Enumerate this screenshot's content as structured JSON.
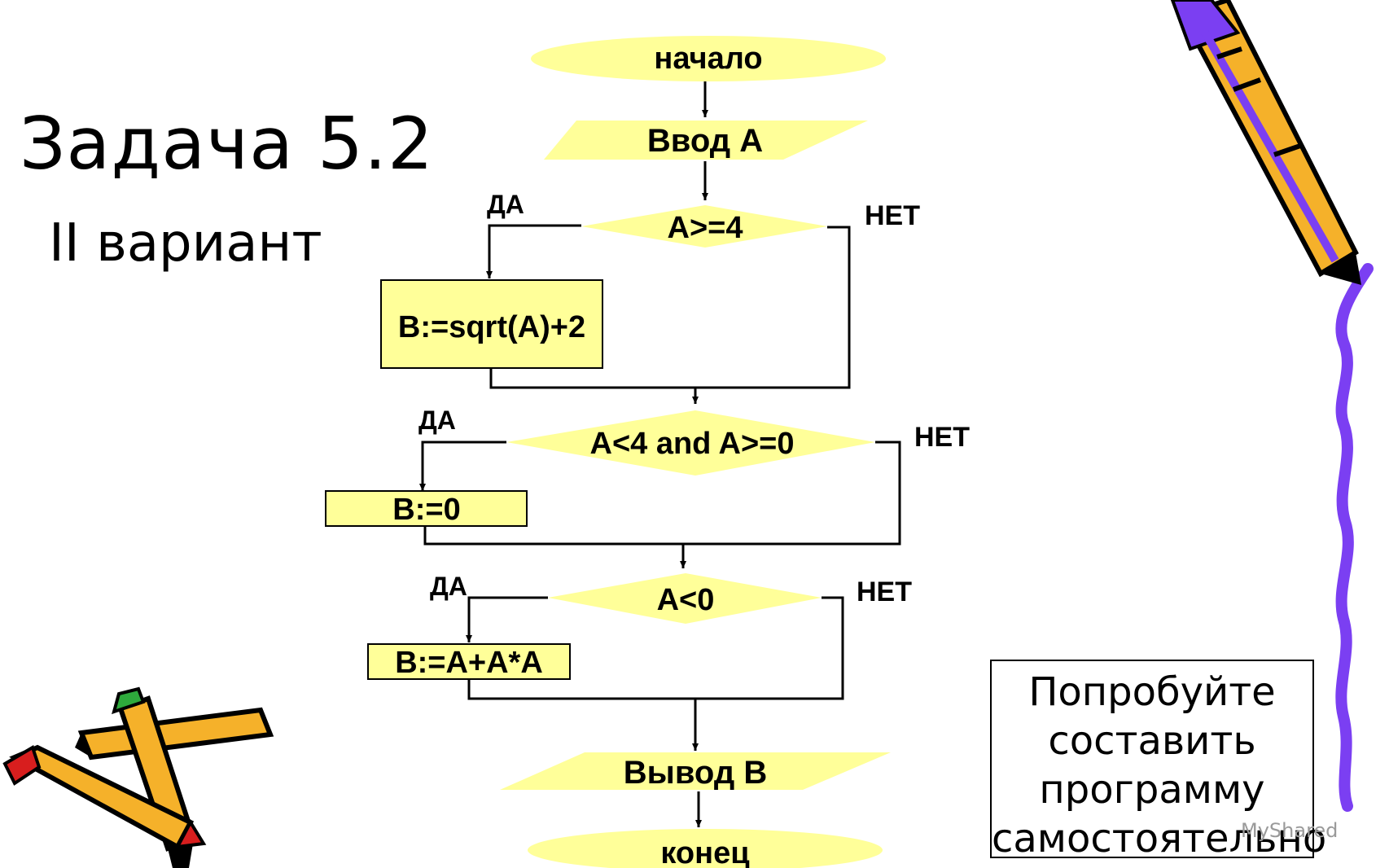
{
  "title": "Задача 5.2",
  "variant": "II вариант",
  "flowchart": {
    "start": "начало",
    "input": "Ввод A",
    "cond1": "A>=4",
    "proc1": "B:=sqrt(A)+2",
    "cond2": "A<4 and A>=0",
    "proc2": "B:=0",
    "cond3": "A<0",
    "proc3": "B:=A+A*A",
    "output": "Вывод B",
    "end": "конец",
    "yes_label": "ДА",
    "no_label": "НЕТ"
  },
  "note": "Попробуйте составить программу самостоятельно",
  "watermark": "MyShared",
  "colors": {
    "block_fill": "#ffff99",
    "block_stroke": "#000000",
    "ribbon": "#7b3ff2",
    "pencil_body": "#f5b12a",
    "pencil_tip_green": "#2eaa3c",
    "pencil_tip_red": "#d81e1e"
  }
}
